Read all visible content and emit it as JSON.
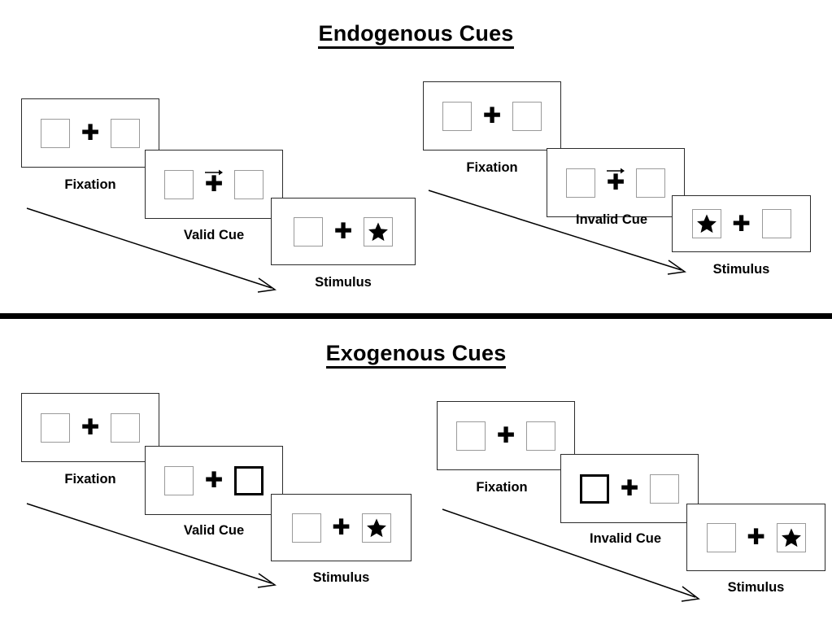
{
  "figure": {
    "sections": [
      {
        "id": "endogenous",
        "title": "Endogenous Cues",
        "groups": [
          {
            "id": "endogenous-valid",
            "panels": [
              {
                "label": "Fixation",
                "left_box": {
                  "content": "empty",
                  "cued": false
                },
                "right_box": {
                  "content": "empty",
                  "cued": false
                },
                "center": {
                  "glyph": "plus",
                  "cue_arrow": "none"
                }
              },
              {
                "label": "Valid Cue",
                "left_box": {
                  "content": "empty",
                  "cued": false
                },
                "right_box": {
                  "content": "empty",
                  "cued": false
                },
                "center": {
                  "glyph": "plus",
                  "cue_arrow": "right-arrow-icon"
                }
              },
              {
                "label": "Stimulus",
                "left_box": {
                  "content": "empty",
                  "cued": false
                },
                "right_box": {
                  "content": "star",
                  "cued": false
                },
                "center": {
                  "glyph": "plus",
                  "cue_arrow": "none"
                }
              }
            ]
          },
          {
            "id": "endogenous-invalid",
            "panels": [
              {
                "label": "Fixation",
                "left_box": {
                  "content": "empty",
                  "cued": false
                },
                "right_box": {
                  "content": "empty",
                  "cued": false
                },
                "center": {
                  "glyph": "plus",
                  "cue_arrow": "none"
                }
              },
              {
                "label": "Invalid Cue",
                "left_box": {
                  "content": "empty",
                  "cued": false
                },
                "right_box": {
                  "content": "empty",
                  "cued": false
                },
                "center": {
                  "glyph": "plus",
                  "cue_arrow": "right-arrow-icon"
                }
              },
              {
                "label": "Stimulus",
                "left_box": {
                  "content": "star",
                  "cued": false
                },
                "right_box": {
                  "content": "empty",
                  "cued": false
                },
                "center": {
                  "glyph": "plus",
                  "cue_arrow": "none"
                }
              }
            ]
          }
        ]
      },
      {
        "id": "exogenous",
        "title": "Exogenous Cues",
        "groups": [
          {
            "id": "exogenous-valid",
            "panels": [
              {
                "label": "Fixation",
                "left_box": {
                  "content": "empty",
                  "cued": false
                },
                "right_box": {
                  "content": "empty",
                  "cued": false
                },
                "center": {
                  "glyph": "plus",
                  "cue_arrow": "none"
                }
              },
              {
                "label": "Valid Cue",
                "left_box": {
                  "content": "empty",
                  "cued": false
                },
                "right_box": {
                  "content": "empty",
                  "cued": true
                },
                "center": {
                  "glyph": "plus",
                  "cue_arrow": "none"
                }
              },
              {
                "label": "Stimulus",
                "left_box": {
                  "content": "empty",
                  "cued": false
                },
                "right_box": {
                  "content": "star",
                  "cued": false
                },
                "center": {
                  "glyph": "plus",
                  "cue_arrow": "none"
                }
              }
            ]
          },
          {
            "id": "exogenous-invalid",
            "panels": [
              {
                "label": "Fixation",
                "left_box": {
                  "content": "empty",
                  "cued": false
                },
                "right_box": {
                  "content": "empty",
                  "cued": false
                },
                "center": {
                  "glyph": "plus",
                  "cue_arrow": "none"
                }
              },
              {
                "label": "Invalid Cue",
                "left_box": {
                  "content": "empty",
                  "cued": true
                },
                "right_box": {
                  "content": "empty",
                  "cued": false
                },
                "center": {
                  "glyph": "plus",
                  "cue_arrow": "none"
                }
              },
              {
                "label": "Stimulus",
                "left_box": {
                  "content": "empty",
                  "cued": false
                },
                "right_box": {
                  "content": "star",
                  "cued": false
                },
                "center": {
                  "glyph": "plus",
                  "cue_arrow": "none"
                }
              }
            ]
          }
        ]
      }
    ],
    "colors": {
      "frame_stroke": "#2b2b2b",
      "box_stroke": "#9a9a9a",
      "cued_box_stroke": "#000000",
      "star_fill": "#000000",
      "divider": "#000000",
      "background": "#ffffff"
    },
    "labels": {
      "fixation": "Fixation",
      "valid_cue": "Valid Cue",
      "invalid_cue": "Invalid Cue",
      "stimulus": "Stimulus"
    },
    "icons": {
      "plus": "✚",
      "star": "star-icon",
      "cue_arrow": "right-arrow-icon",
      "flow_arrow": "time-flow-arrow-icon"
    }
  }
}
